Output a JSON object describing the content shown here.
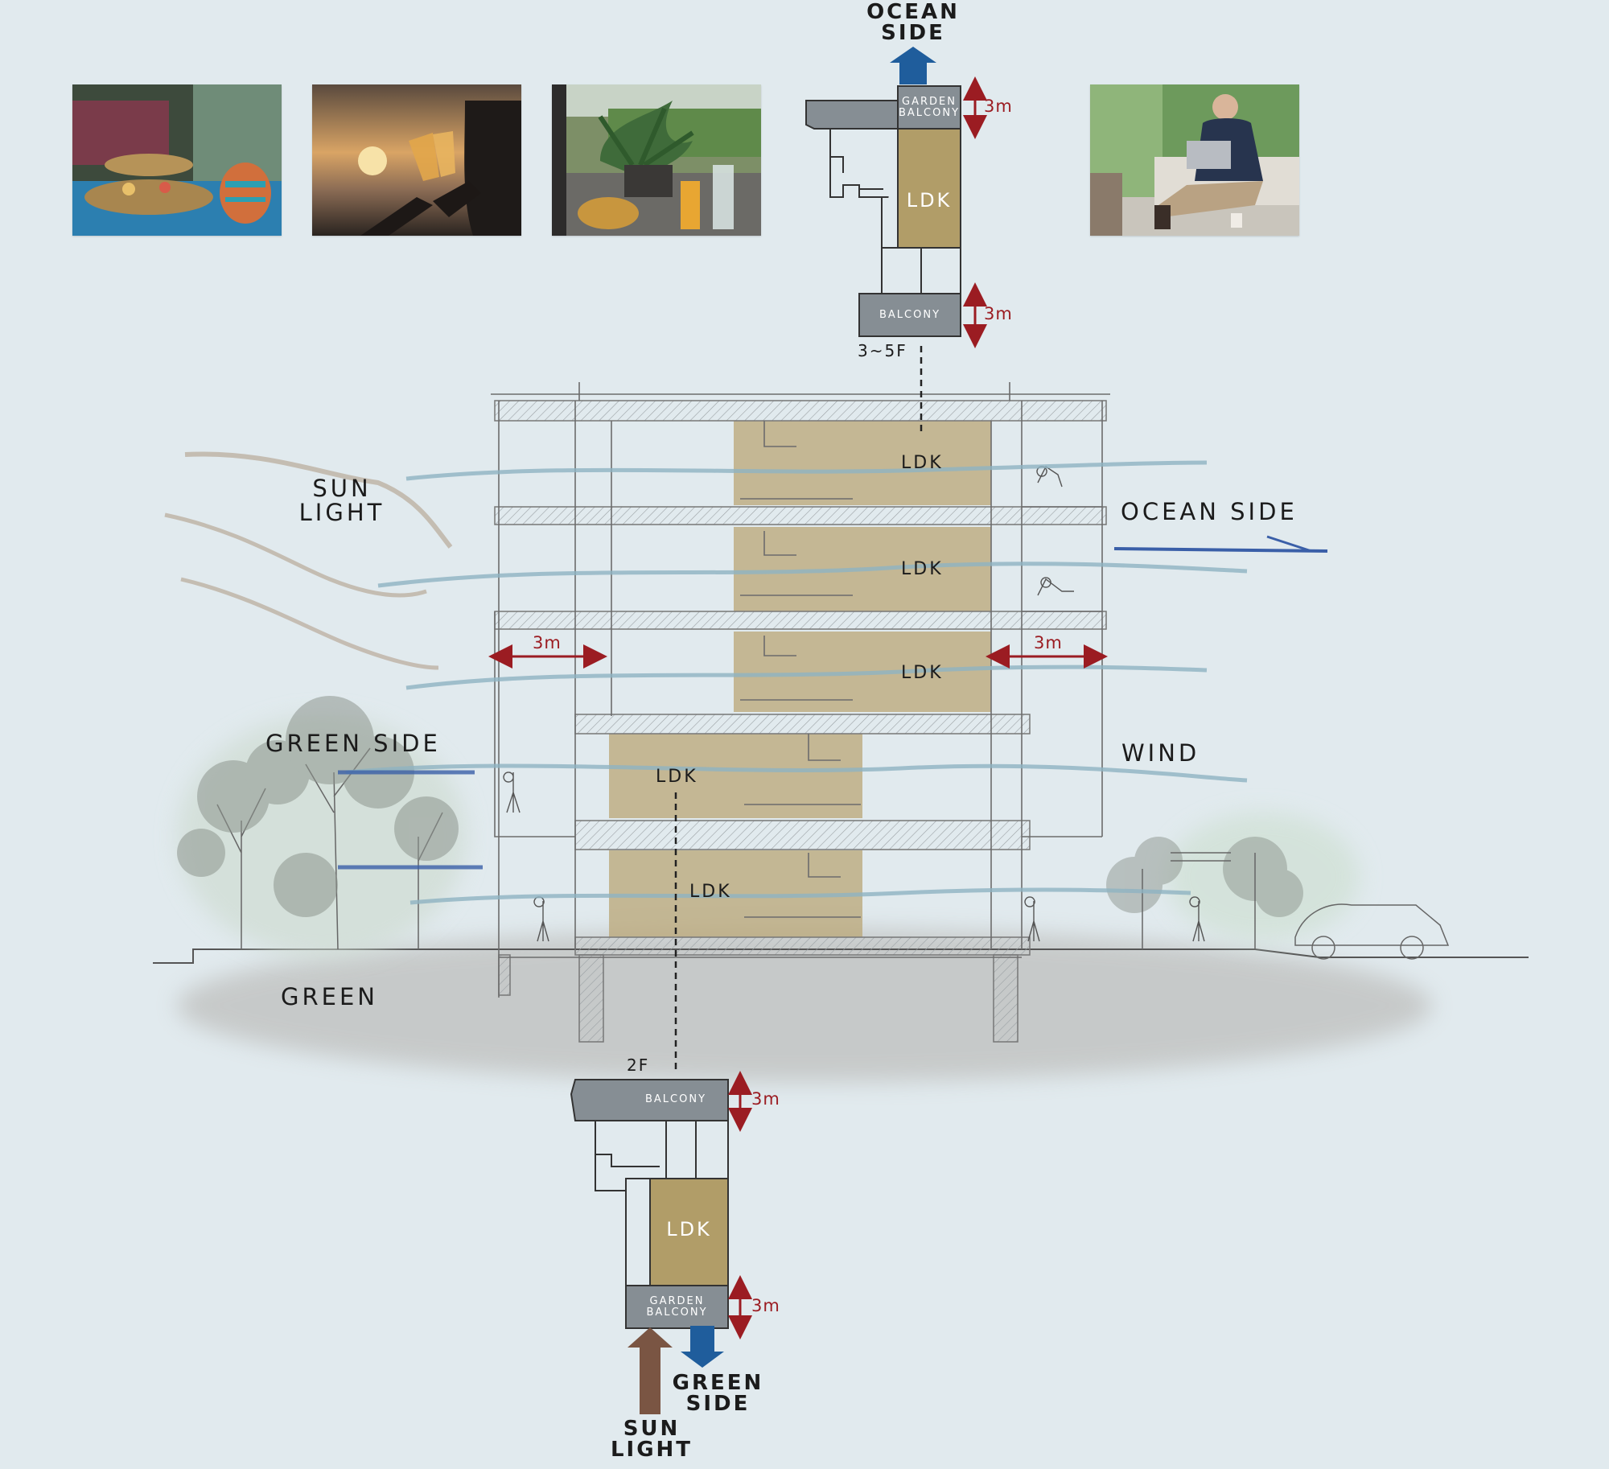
{
  "colors": {
    "background": "#e1eaee",
    "plan_gray": "#868e94",
    "ldk_tan": "#b19d68",
    "dimension_red": "#9b1c22",
    "ocean_arrow": "#1f5d9c",
    "sun_arrow": "#7a5543"
  },
  "photos": [
    {
      "icon": "terrace-dining-photo"
    },
    {
      "icon": "sunset-toast-photo"
    },
    {
      "icon": "balcony-plants-photo"
    },
    {
      "icon": "laptop-work-photo"
    }
  ],
  "top_plan": {
    "direction": "OCEAN\nSIDE",
    "garden_balcony": "GARDEN\nBALCONY",
    "ldk": "LDK",
    "balcony": "BALCONY",
    "dim_top": "3m",
    "dim_bottom": "3m",
    "floor": "3~5F"
  },
  "bottom_plan": {
    "floor": "2F",
    "balcony": "BALCONY",
    "ldk": "LDK",
    "garden_balcony": "GARDEN\nBALCONY",
    "dim_top": "3m",
    "dim_bottom": "3m",
    "green_side": "GREEN\nSIDE",
    "sun_light": "SUN\nLIGHT"
  },
  "section": {
    "sun_light": "SUN\nLIGHT",
    "ocean_side": "OCEAN SIDE",
    "green_side": "GREEN SIDE",
    "wind": "WIND",
    "green": "GREEN",
    "dim_left": "3m",
    "dim_right": "3m",
    "ldk_labels": [
      "LDK",
      "LDK",
      "LDK",
      "LDK",
      "LDK"
    ]
  }
}
